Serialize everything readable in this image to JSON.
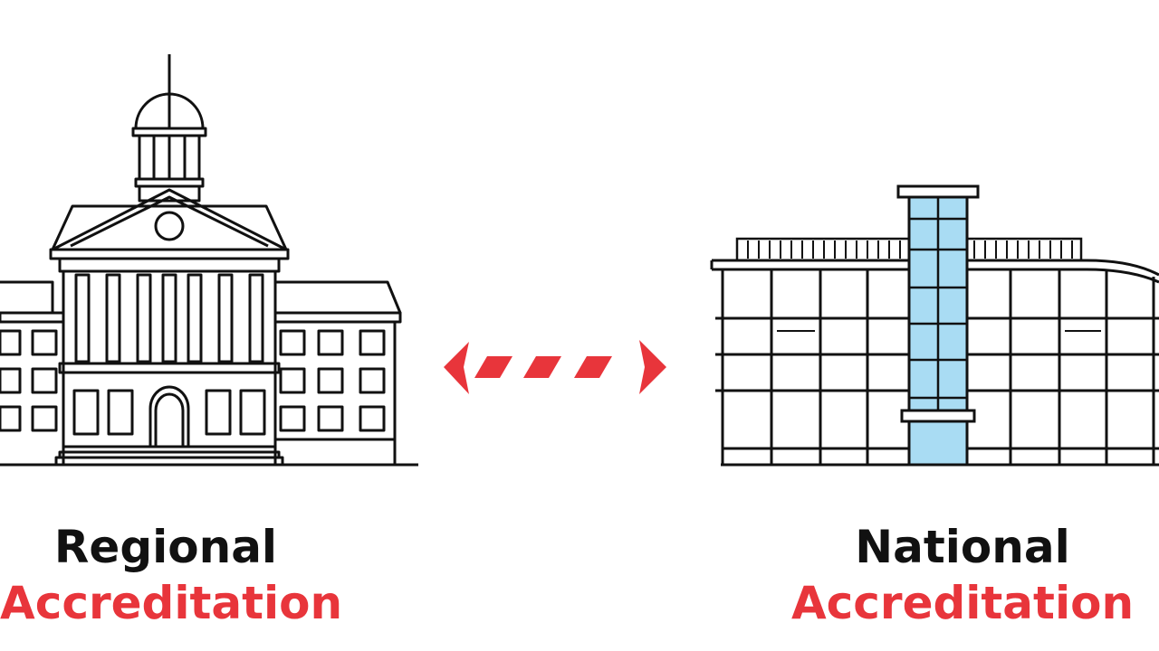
{
  "left": {
    "line1": "Regional",
    "line2": "Accreditation",
    "icon": "classical-college-building-icon"
  },
  "right": {
    "line1": "National",
    "line2": "Accreditation",
    "icon": "modern-office-building-icon"
  },
  "connector": {
    "icon": "double-headed-dashed-arrow-icon"
  },
  "colors": {
    "accent": "#e8353b",
    "ink": "#111111",
    "glass": "#a9dcf3",
    "background": "#ffffff"
  }
}
